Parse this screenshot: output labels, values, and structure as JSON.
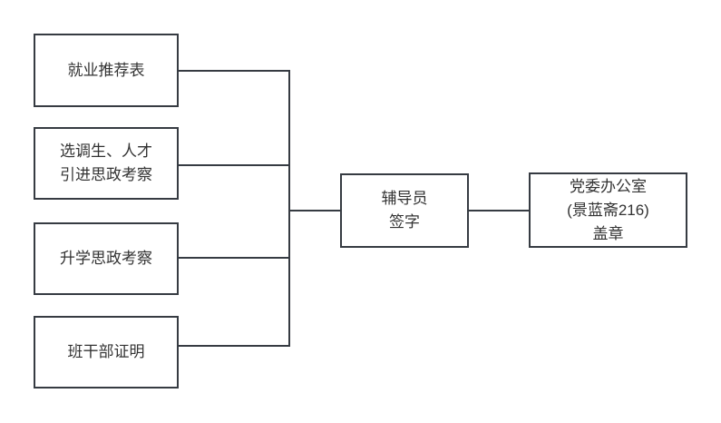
{
  "diagram": {
    "type": "flowchart",
    "background_color": "#ffffff",
    "stroke_color": "#363b42",
    "text_color": "#333333",
    "nodes": [
      {
        "id": "employment-form",
        "lines": [
          "就业推荐表"
        ]
      },
      {
        "id": "selected-graduates",
        "lines": [
          "选调生、人才",
          "引进思政考察"
        ]
      },
      {
        "id": "further-study-review",
        "lines": [
          "升学思政考察"
        ]
      },
      {
        "id": "class-cadre-proof",
        "lines": [
          "班干部证明"
        ]
      },
      {
        "id": "counselor-signature",
        "lines": [
          "辅导员",
          "签字"
        ]
      },
      {
        "id": "party-office-seal",
        "lines": [
          "党委办公室",
          "(景蓝斋216)",
          "盖章"
        ]
      }
    ],
    "flow": "four source documents -> counselor signature -> party committee office seal"
  }
}
